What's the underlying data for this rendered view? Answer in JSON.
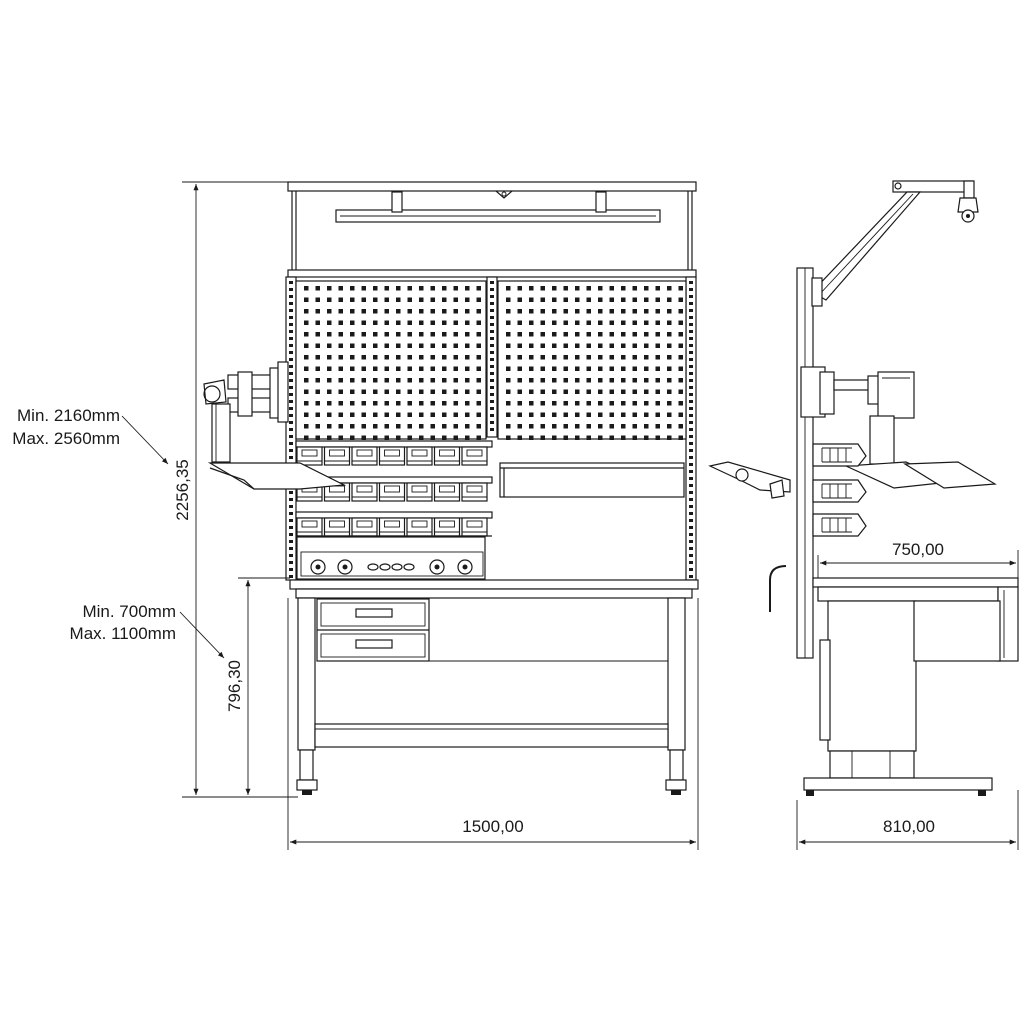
{
  "dimensions": {
    "front_width": "1500,00",
    "total_height": "2256,35",
    "worktop_height": "796,30",
    "side_depth": "810,00",
    "side_worktop_depth": "750,00"
  },
  "notes": {
    "total_height_min": "Min. 2160mm",
    "total_height_max": "Max. 2560mm",
    "worktop_height_min": "Min. 700mm",
    "worktop_height_max": "Max. 1100mm"
  }
}
